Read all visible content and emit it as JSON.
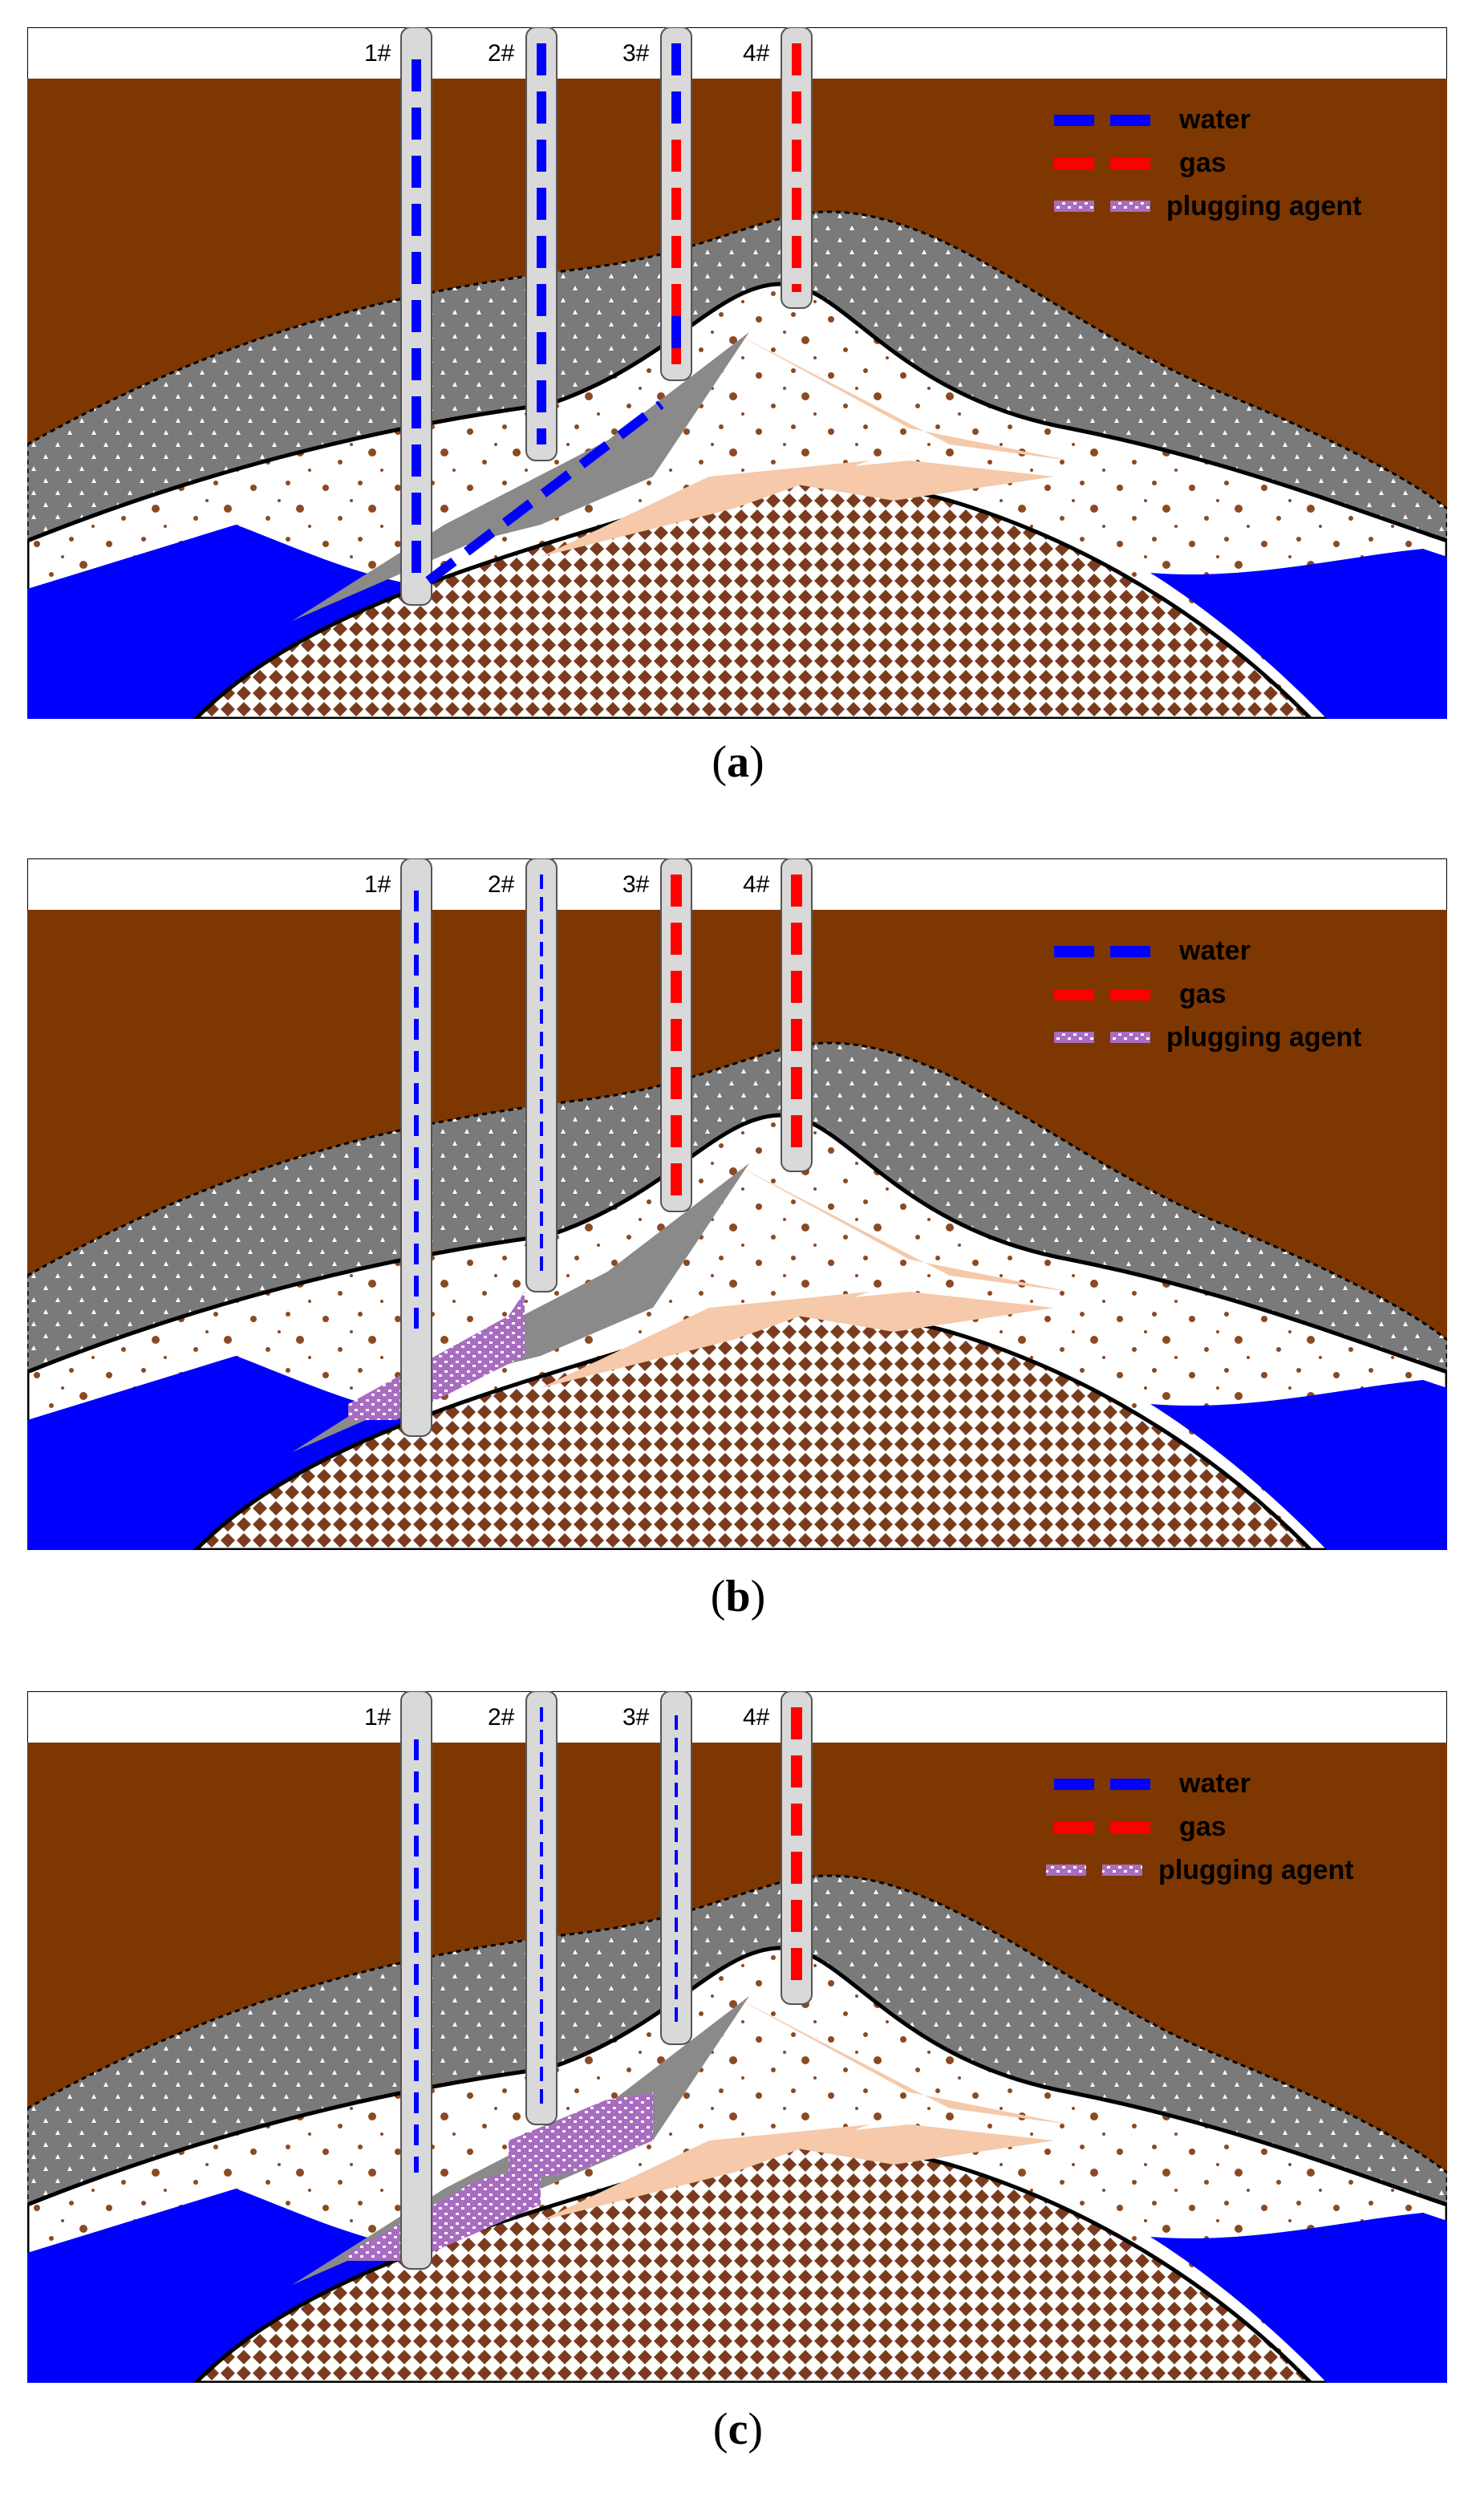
{
  "wells": [
    "1#",
    "2#",
    "3#",
    "4#"
  ],
  "legend": {
    "water": "water",
    "gas": "gas",
    "plugging_agent": "plugging agent"
  },
  "captions": [
    {
      "open": "(",
      "letter": "a",
      "close": ")"
    },
    {
      "open": "(",
      "letter": "b",
      "close": ")"
    },
    {
      "open": "(",
      "letter": "c",
      "close": ")"
    }
  ],
  "colors": {
    "overburden": "#7e3700",
    "caprock": "#7a7a7a",
    "reservoir": "#ffffff",
    "basement": "#7a3c1e",
    "aquifer": "#0000ff",
    "water": "#0000ff",
    "gas": "#ff0000",
    "plugging_agent": "#a86cc0",
    "fracture": "#f5c9aa",
    "well": "#d9d9d9"
  },
  "panels": [
    {
      "name": "a",
      "well_fluids": [
        "water",
        "water",
        "water-gas",
        "gas"
      ],
      "plugging_agent_present": false
    },
    {
      "name": "b",
      "well_fluids": [
        "water-thin",
        "water-thin",
        "gas",
        "gas"
      ],
      "plugging_agent_present": true
    },
    {
      "name": "c",
      "well_fluids": [
        "water-thin",
        "water-thin",
        "water-thin",
        "gas"
      ],
      "plugging_agent_present": true
    }
  ]
}
